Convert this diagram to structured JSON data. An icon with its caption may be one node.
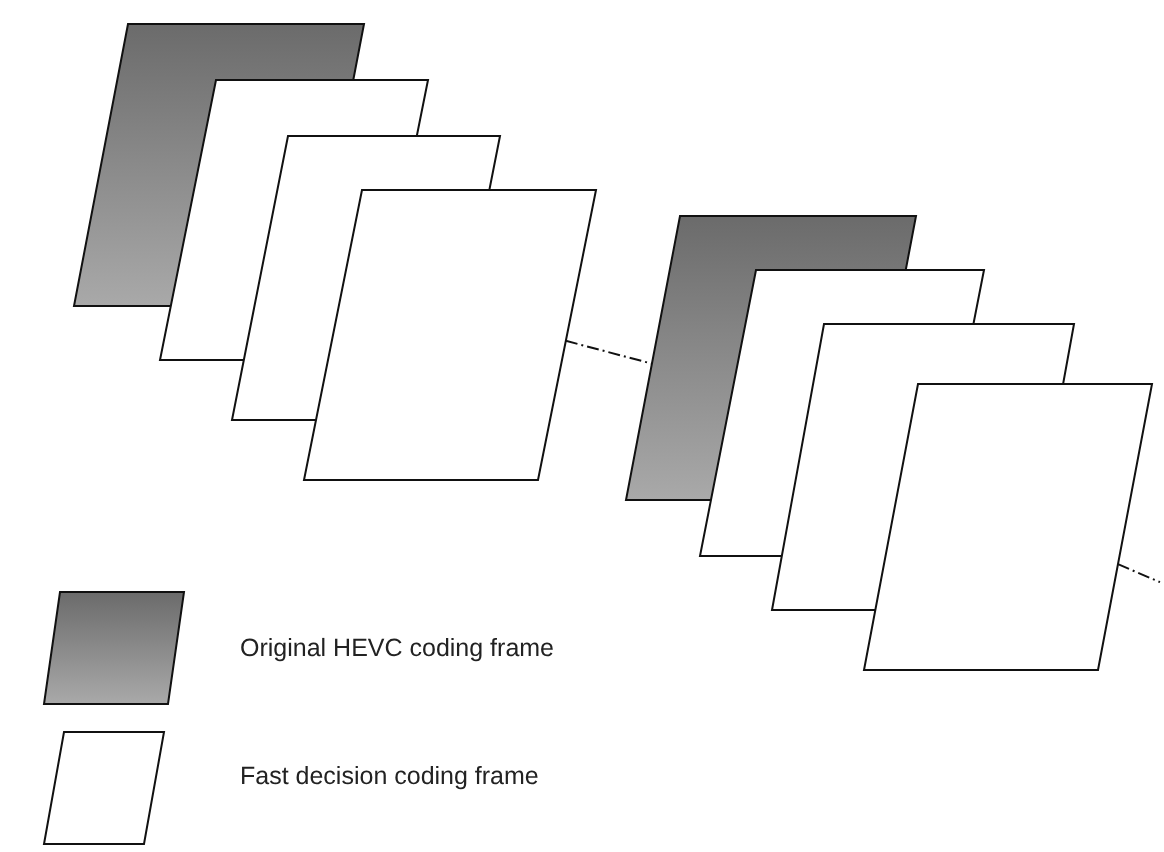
{
  "diagram": {
    "nodes": [
      {
        "text": [],
        "shape": "parallelogram"
      },
      {
        "text": [],
        "shape": "parallelogram"
      },
      {
        "text": [],
        "shape": "parallelogram"
      },
      {
        "text": [],
        "shape": "parallelogram"
      },
      {
        "text": [],
        "shape": "parallelogram"
      },
      {
        "text": [],
        "shape": "parallelogram"
      },
      {
        "text": [],
        "shape": "parallelogram"
      },
      {
        "text": [],
        "shape": "parallelogram"
      }
    ],
    "edges": [
      {
        "from": 3,
        "to": 4,
        "arrow": "none",
        "style": "dashed"
      },
      {
        "from": 7,
        "to": null,
        "arrow": "none",
        "style": "dashed"
      }
    ],
    "legend": [
      {
        "text": "Original HEVC coding frame"
      },
      {
        "text": "Fast decision coding frame"
      }
    ]
  }
}
